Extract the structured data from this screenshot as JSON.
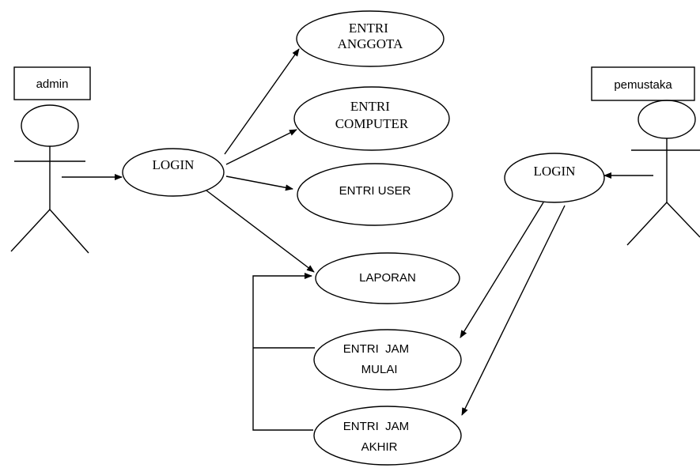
{
  "actors": {
    "admin": {
      "label": "admin"
    },
    "pemustaka": {
      "label": "pemustaka"
    }
  },
  "use_cases": {
    "login_admin": {
      "lines": [
        "LOGIN"
      ]
    },
    "entri_anggota": {
      "lines": [
        "ENTRI",
        "ANGGOTA"
      ]
    },
    "entri_computer": {
      "lines": [
        "ENTRI",
        "COMPUTER"
      ]
    },
    "entri_user": {
      "lines": [
        "ENTRI USER"
      ]
    },
    "laporan": {
      "lines": [
        "LAPORAN"
      ]
    },
    "entri_jam_mulai": {
      "lines": [
        "ENTRI  JAM",
        "MULAI"
      ]
    },
    "entri_jam_akhir": {
      "lines": [
        "ENTRI  JAM",
        "AKHIR"
      ]
    },
    "login_pemustaka": {
      "lines": [
        "LOGIN"
      ]
    }
  },
  "colors": {
    "stroke": "#000000",
    "background": "#ffffff"
  }
}
